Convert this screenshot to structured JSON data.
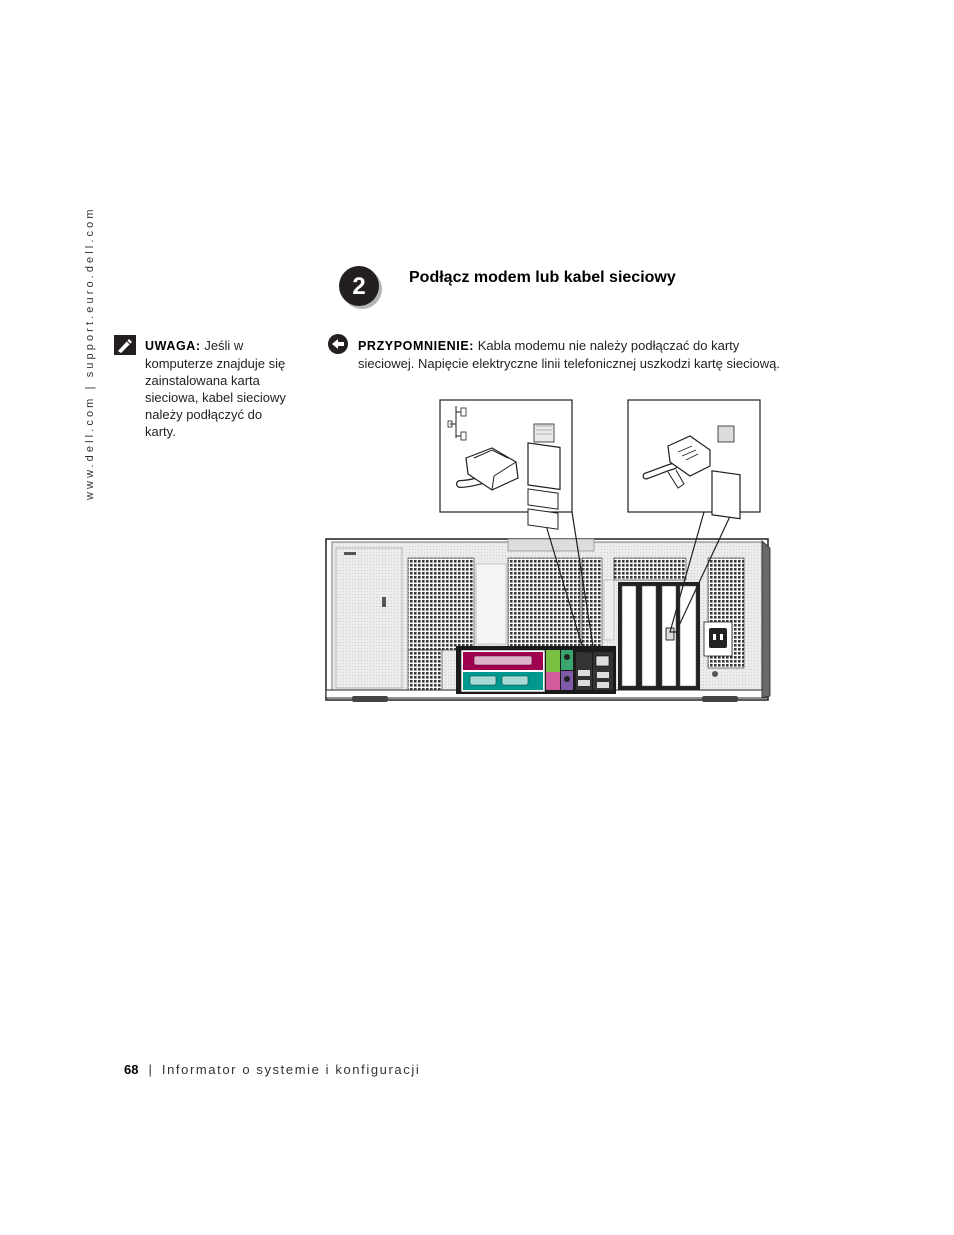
{
  "side_url": "www.dell.com | support.euro.dell.com",
  "step": {
    "number": "2",
    "title": "Podłącz modem lub kabel sieciowy"
  },
  "note": {
    "label": "UWAGA:",
    "text": "Jeśli w komputerze znajduje się zainstalowana karta sieciowa, kabel sieciowy należy podłączyć do karty.",
    "icon": "note-pencil-icon"
  },
  "notice": {
    "label": "PRZYPOMNIENIE:",
    "text": "Kabla modemu nie należy podłączać do karty sieciowej. Napięcie elektryczne linii telefonicznej uszkodzi kartę sieciową.",
    "icon": "notice-icon"
  },
  "footer": {
    "page_number": "68",
    "separator": "|",
    "title": "Informator o systemie i konfiguracji"
  },
  "colors": {
    "parallel_port": "#a0004f",
    "serial_port": "#00978f",
    "audio_green": "#7ac143",
    "ps2_purple": "#7e5aa8",
    "ps2_green": "#3aa66f"
  }
}
